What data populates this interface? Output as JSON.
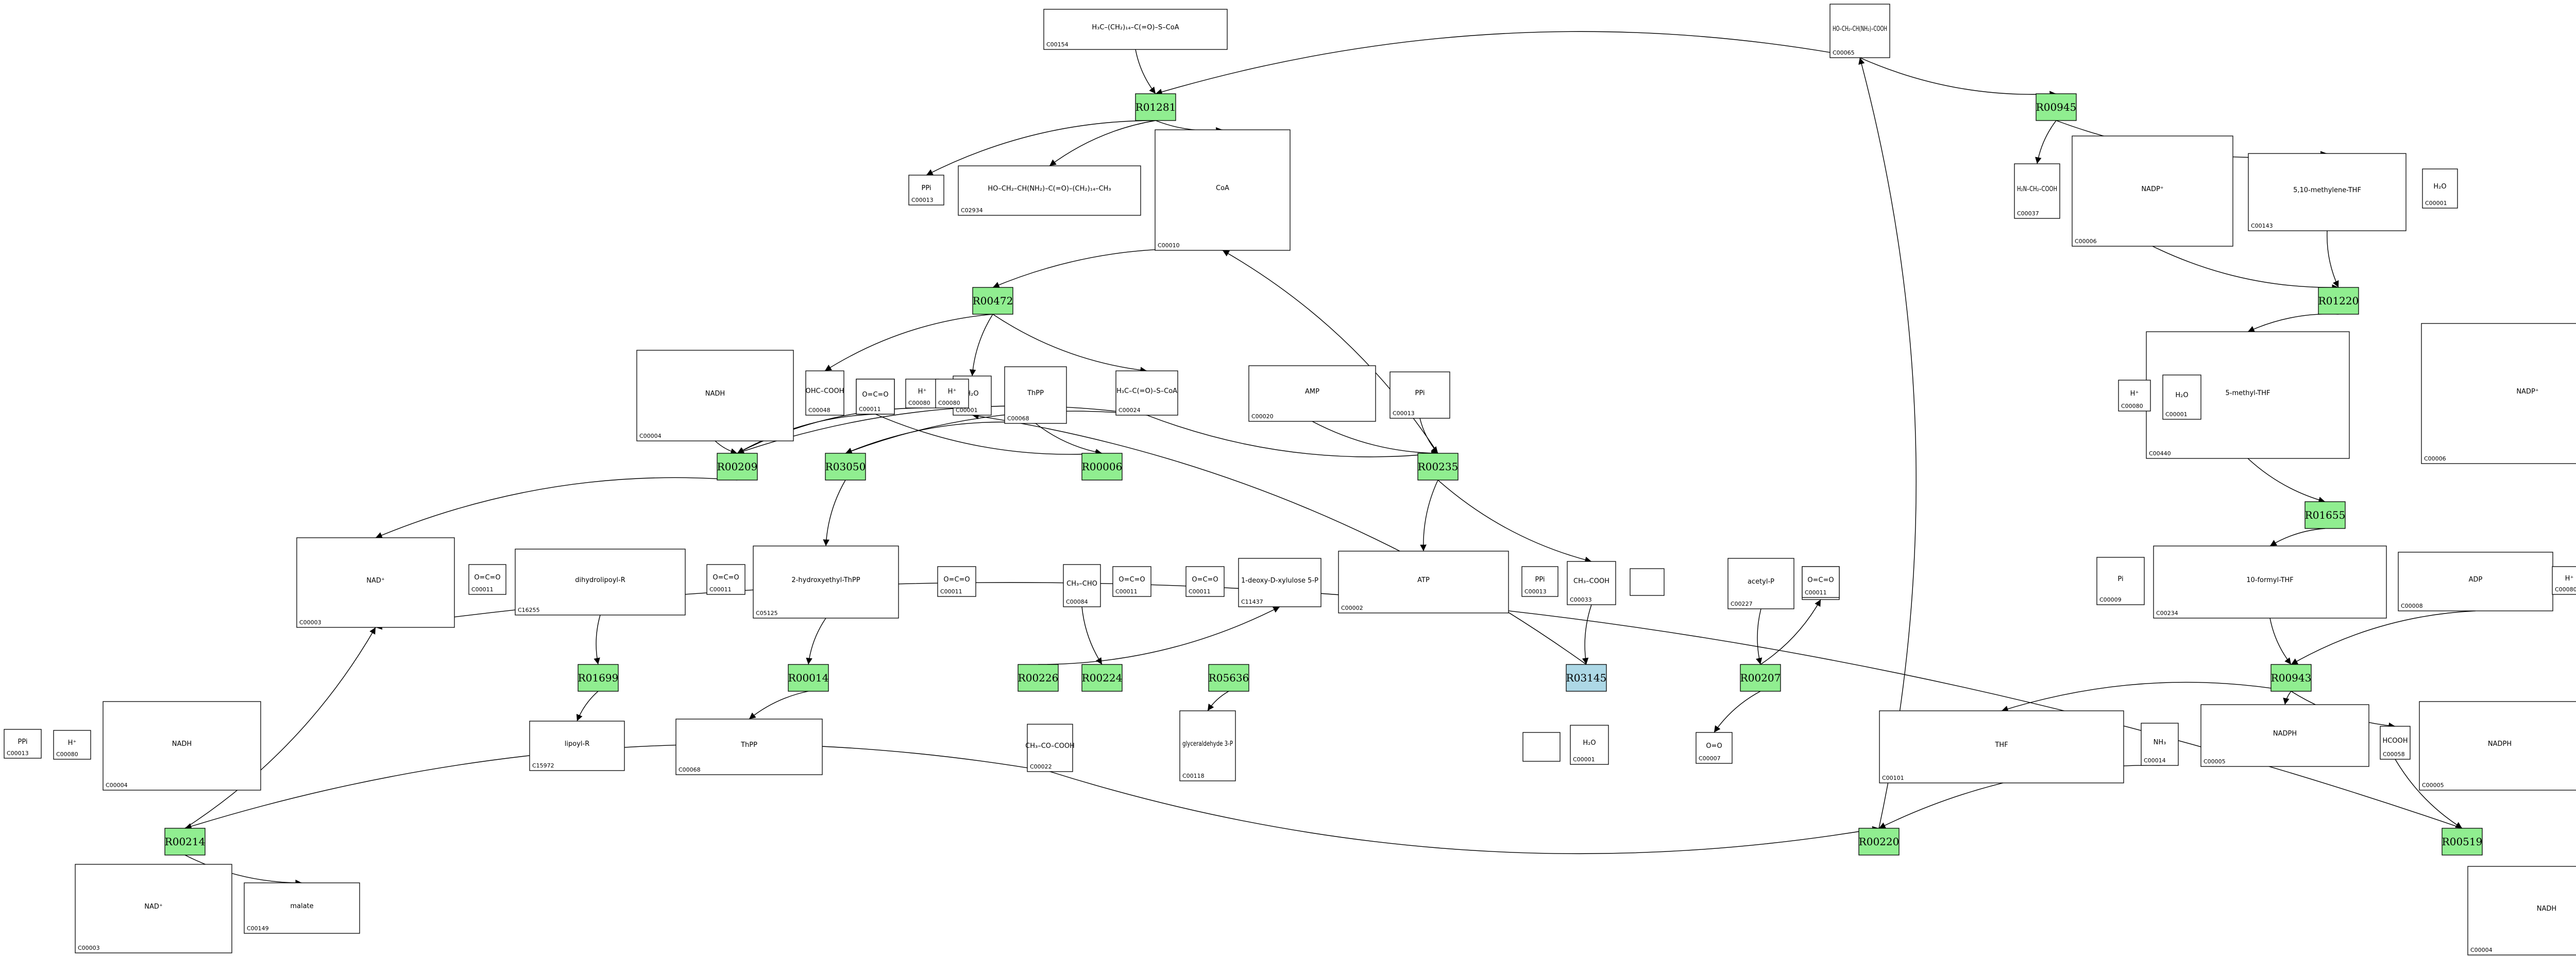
{
  "colors": {
    "reaction_fill": "#90ee90",
    "reaction_highlight_fill": "#add8e6",
    "reaction_stroke": "#000000",
    "compound_stroke": "#000000",
    "edge": "#000000",
    "background": "#ffffff"
  },
  "reactions": [
    {
      "id": "R01281",
      "highlight": false
    },
    {
      "id": "R00472",
      "highlight": false
    },
    {
      "id": "R00209",
      "highlight": false
    },
    {
      "id": "R03050",
      "highlight": false
    },
    {
      "id": "R00006",
      "highlight": false
    },
    {
      "id": "R00235",
      "highlight": false
    },
    {
      "id": "R01699",
      "highlight": false
    },
    {
      "id": "R00014",
      "highlight": false
    },
    {
      "id": "R00226",
      "highlight": false
    },
    {
      "id": "R00224",
      "highlight": false
    },
    {
      "id": "R05636",
      "highlight": false
    },
    {
      "id": "R03145",
      "highlight": true
    },
    {
      "id": "R00207",
      "highlight": false
    },
    {
      "id": "R00214",
      "highlight": false
    },
    {
      "id": "R00220",
      "highlight": false
    },
    {
      "id": "R00945",
      "highlight": false
    },
    {
      "id": "R01220",
      "highlight": false
    },
    {
      "id": "R01655",
      "highlight": false
    },
    {
      "id": "R00943",
      "highlight": false
    },
    {
      "id": "R00519",
      "highlight": false
    }
  ],
  "compounds": [
    {
      "id": "C00154",
      "structure": "H₃C–(CH₂)₁₄–C(=O)–S–CoA"
    },
    {
      "id": "C00065",
      "structure": "HO–CH₂–CH(NH₂)–COOH"
    },
    {
      "id": "C00013",
      "structure": "PPi"
    },
    {
      "id": "C02934",
      "structure": "HO–CH₂–CH(NH₂)–C(=O)–(CH₂)₁₄–CH₃"
    },
    {
      "id": "C00010",
      "structure": "CoA"
    },
    {
      "id": "C00048",
      "structure": "OHC–COOH"
    },
    {
      "id": "C00011",
      "structure": "O=C=O"
    },
    {
      "id": "C00080",
      "structure": "H⁺"
    },
    {
      "id": "C00001",
      "structure": "H₂O"
    },
    {
      "id": "C00068",
      "structure": "ThPP"
    },
    {
      "id": "C00024",
      "structure": "H₃C–C(=O)–S–CoA"
    },
    {
      "id": "C00020",
      "structure": "AMP"
    },
    {
      "id": "C00013b",
      "label": "C00013",
      "structure": "PPi"
    },
    {
      "id": "C00004",
      "structure": "NADH"
    },
    {
      "id": "C00003",
      "structure": "NAD⁺"
    },
    {
      "id": "C15972",
      "structure": "lipoyl-R"
    },
    {
      "id": "C16255",
      "structure": "dihydrolipoyl-R"
    },
    {
      "id": "C05125",
      "structure": "2-hydroxyethyl-ThPP"
    },
    {
      "id": "C00068b",
      "label": "C00068",
      "structure": "ThPP"
    },
    {
      "id": "C00022",
      "structure": "CH₃–CO–COOH"
    },
    {
      "id": "C00033",
      "structure": "CH₃–COOH"
    },
    {
      "id": "C11437",
      "structure": "1-deoxy-D-xylulose 5-P"
    },
    {
      "id": "C00084",
      "structure": "CH₃–CHO"
    },
    {
      "id": "C00118",
      "structure": "glyceraldehyde 3-P"
    },
    {
      "id": "C00002",
      "structure": "ATP"
    },
    {
      "id": "C00227",
      "structure": "acetyl-P"
    },
    {
      "id": "C00009",
      "structure": "Pi"
    },
    {
      "id": "C00007",
      "structure": "O=O"
    },
    {
      "id": "C00149",
      "structure": "malate"
    },
    {
      "id": "C00037",
      "structure": "H₂N–CH₂–COOH"
    },
    {
      "id": "C00006",
      "structure": "NADP⁺"
    },
    {
      "id": "C00143",
      "structure": "5,10-methylene-THF"
    },
    {
      "id": "C00005",
      "structure": "NADPH"
    },
    {
      "id": "C00440",
      "structure": "5-methyl-THF"
    },
    {
      "id": "C00234",
      "structure": "10-formyl-THF"
    },
    {
      "id": "C00101",
      "structure": "THF"
    },
    {
      "id": "C00014",
      "structure": "NH₃"
    },
    {
      "id": "C00008",
      "structure": "ADP"
    },
    {
      "id": "C00058",
      "structure": "HCOOH"
    }
  ]
}
